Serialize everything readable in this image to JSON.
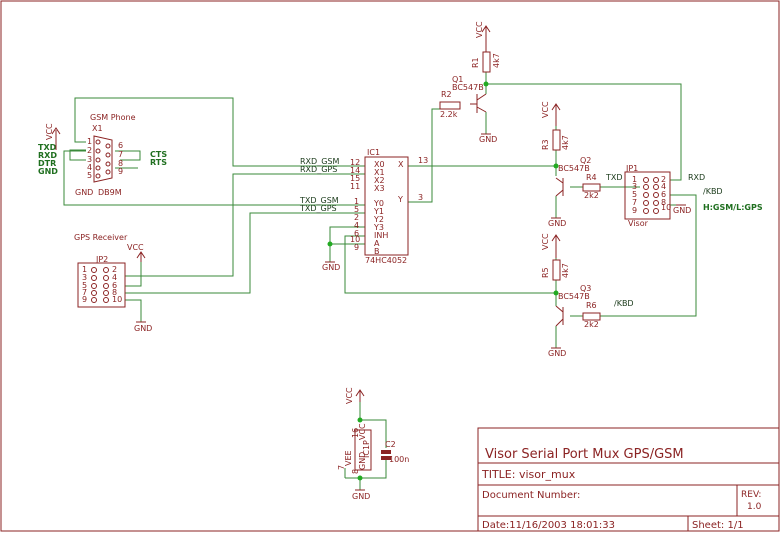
{
  "supply": {
    "vcc": "VCC",
    "gnd": "GND"
  },
  "gsm_phone": {
    "title": "GSM Phone",
    "ref": "X1",
    "part": "DB9M",
    "signals_left": [
      "TXD",
      "RXD",
      "DTR",
      "GND"
    ],
    "signals_right": [
      "CTS",
      "RTS"
    ],
    "pins_left": [
      "1",
      "2",
      "3",
      "4",
      "5"
    ],
    "pins_right": [
      "6",
      "7",
      "8",
      "9"
    ]
  },
  "gps_receiver": {
    "title": "GPS Receiver",
    "ref": "JP2",
    "pins_left": [
      "1",
      "3",
      "5",
      "7",
      "9"
    ],
    "pins_right": [
      "2",
      "4",
      "6",
      "8",
      "10"
    ]
  },
  "ic1": {
    "ref": "IC1",
    "part": "74HC4052",
    "pins_in": [
      "X0",
      "X1",
      "X2",
      "X3",
      "Y0",
      "Y1",
      "Y2",
      "Y3",
      "INH",
      "A",
      "B"
    ],
    "pin_nums_in": [
      "12",
      "14",
      "15",
      "11",
      "1",
      "5",
      "2",
      "4",
      "6",
      "10",
      "9"
    ],
    "pin_x": "X",
    "pin_x_num": "13",
    "pin_y": "Y",
    "pin_y_num": "3"
  },
  "nets": {
    "rxd_gsm": "RXD_GSM",
    "rxd_gps": "RXD_GPS",
    "txd_gsm": "TXD_GSM",
    "txd_gps": "TXD_GPS",
    "txd": "TXD",
    "rxd": "RXD",
    "kbd": "/KBD",
    "mode": "H:GSM/L:GPS"
  },
  "q1": {
    "ref": "Q1",
    "part": "BC547B"
  },
  "q2": {
    "ref": "Q2",
    "part": "BC547B"
  },
  "q3": {
    "ref": "Q3",
    "part": "BC547B"
  },
  "r1": {
    "ref": "R1",
    "value": "4k7"
  },
  "r2": {
    "ref": "R2",
    "value": "2.2k"
  },
  "r3": {
    "ref": "R3",
    "value": "4k7"
  },
  "r4": {
    "ref": "R4",
    "value": "2k2"
  },
  "r5": {
    "ref": "R5",
    "value": "4k7"
  },
  "r6": {
    "ref": "R6",
    "value": "2k2"
  },
  "jp1": {
    "ref": "JP1",
    "part": "Visor",
    "pins_left": [
      "1",
      "3",
      "5",
      "7",
      "9"
    ],
    "pins_right": [
      "2",
      "4",
      "6",
      "8",
      "10"
    ]
  },
  "power": {
    "ref": "IC1P",
    "vcc_pin": "VCC",
    "vcc_num": "16",
    "vee_pin": "VEE",
    "vee_num": "7",
    "gnd_pin": "GND",
    "gnd_num": "8"
  },
  "c2": {
    "ref": "C2",
    "value": "100n"
  },
  "title_block": {
    "heading": "Visor Serial Port Mux GPS/GSM",
    "title": "TITLE:  visor_mux",
    "doc_label": "Document Number:",
    "rev_label": "REV:",
    "rev_value": "1.0",
    "date": "Date:11/16/2003 18:01:33",
    "sheet": "Sheet: 1/1"
  }
}
